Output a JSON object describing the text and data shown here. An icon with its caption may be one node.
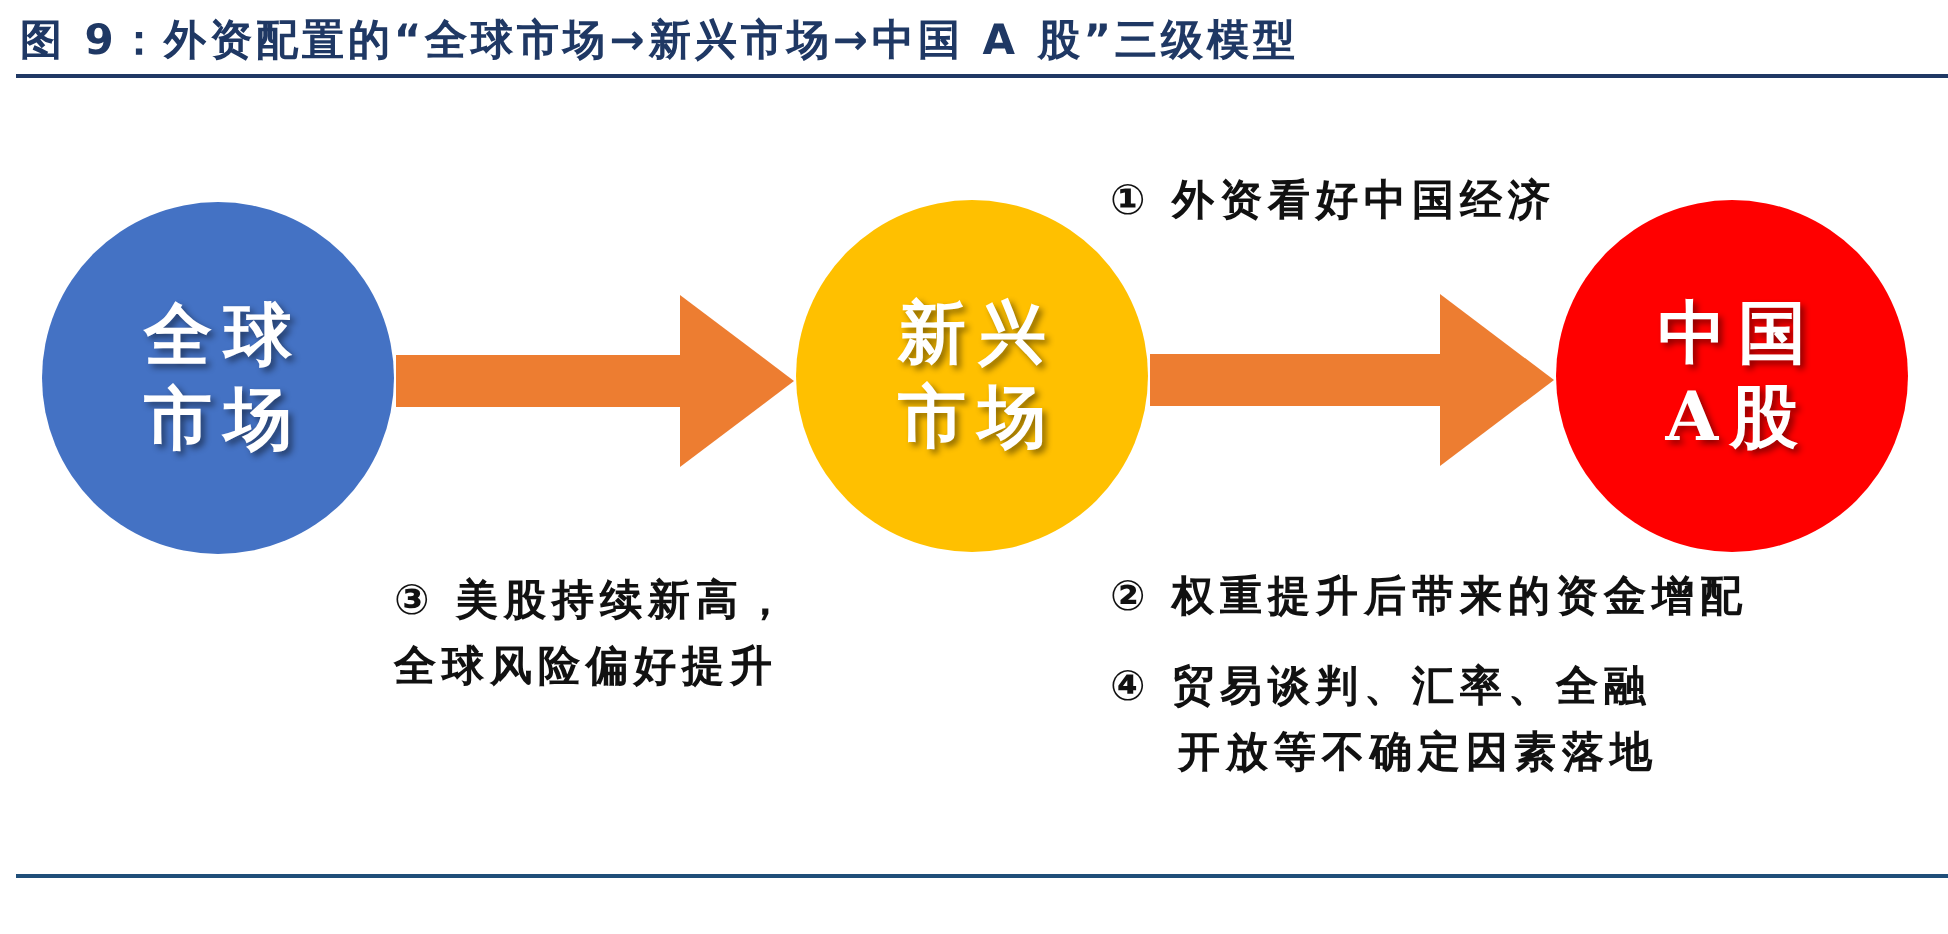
{
  "diagram": {
    "title": "图 9：外资配置的“全球市场→新兴市场→中国 A 股”三级模型",
    "nodes": [
      {
        "text": [
          "全球市场"
        ]
      },
      {
        "text": [
          "新兴市场"
        ]
      },
      {
        "text": [
          "中国A股"
        ]
      }
    ],
    "edges": [
      {
        "from": 0,
        "to": 1,
        "arrow": "to"
      },
      {
        "from": 1,
        "to": 2,
        "arrow": "to"
      }
    ],
    "labels": [
      "① 外资看好中国经济",
      "③ 美股持续新高，全球风险偏好提升",
      "② 权重提升后带来的资金增配",
      "④ 贸易谈判、汇率、全融开放等不确定因素落地"
    ]
  }
}
